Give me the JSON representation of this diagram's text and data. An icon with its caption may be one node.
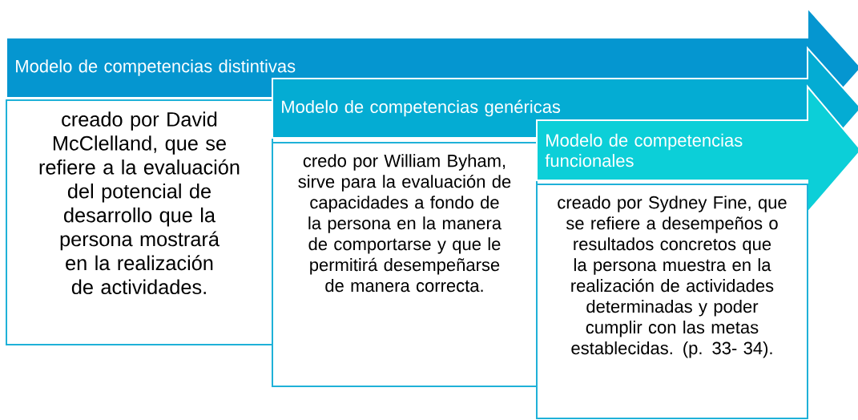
{
  "diagram": {
    "nodes": [
      {
        "text": [
          "Modelo de competencias distintivas"
        ]
      },
      {
        "text": [
          "creado por David McClelland, que se refiere a la evaluación del potencial de desarrollo que la persona mostrará en la realización de actividades."
        ]
      },
      {
        "text": [
          "Modelo de competencias genéricas"
        ]
      },
      {
        "text": [
          "credo por William Byham, sirve para la evaluación de capacidades a fondo de la persona en la manera de comportarse y que le permitirá desempeñarse de manera correcta."
        ]
      },
      {
        "text": [
          "Modelo de competencias funcionales"
        ]
      },
      {
        "text": [
          "creado por Sydney Fine, que se refiere a desempeños o resultados concretos que la persona muestra en la realización de actividades determinadas y poder cumplir con las metas establecidas. (p. 33- 34)."
        ]
      }
    ]
  }
}
